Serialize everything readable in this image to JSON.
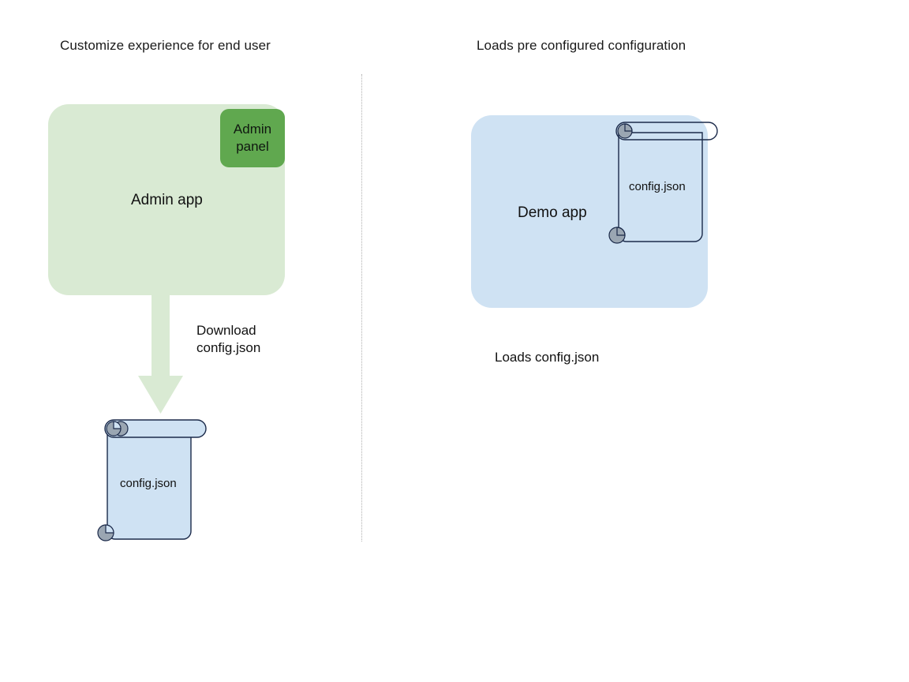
{
  "diagram": {
    "title_left": "Customize experience for end user",
    "title_right": "Loads pre configured configuration",
    "divider": "dotted-vertical-divider"
  },
  "left_panel": {
    "app_box": {
      "label": "Admin app",
      "fill": "#d9ead3"
    },
    "admin_panel": {
      "label": "Admin\npanel",
      "fill": "#60a84f"
    },
    "arrow": {
      "label": "Download\nconfig.json",
      "fill": "#d9ead3",
      "direction": "down"
    },
    "document": {
      "label": "config.json",
      "fill": "#cfe2f3",
      "stroke": "#1b2a4a",
      "curl_fill": "#9aa6b2"
    }
  },
  "right_panel": {
    "app_box": {
      "label": "Demo app",
      "fill": "#cfe2f3"
    },
    "document": {
      "label": "config.json",
      "fill": "none",
      "stroke": "#1b2a4a",
      "curl_fill": "#9aa6b2"
    },
    "caption": "Loads config.json"
  }
}
